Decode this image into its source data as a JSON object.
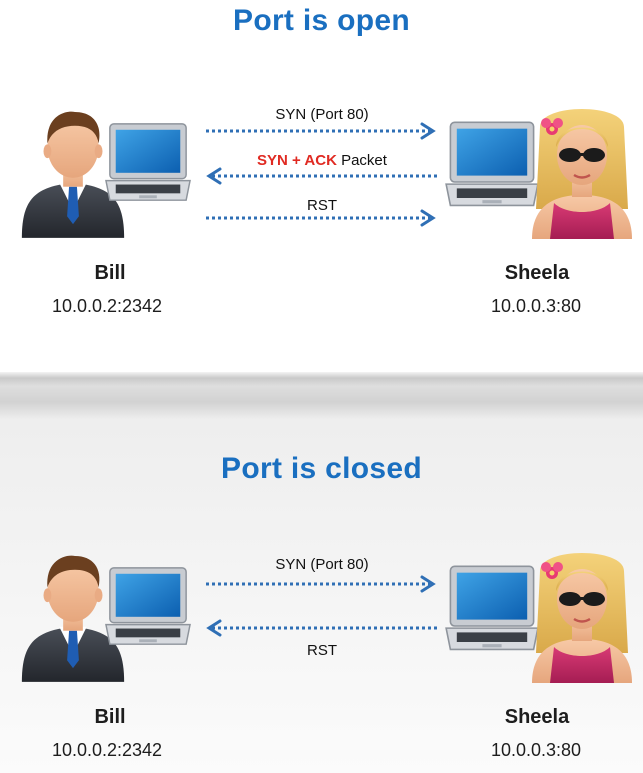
{
  "top": {
    "title": "Port is open",
    "client": {
      "name": "Bill",
      "address": "10.0.0.2:2342"
    },
    "server": {
      "name": "Sheela",
      "address": "10.0.0.3:80"
    },
    "messages": [
      {
        "label": "SYN (Port 80)",
        "direction": "right"
      },
      {
        "label_highlight": "SYN + ACK",
        "label_rest": " Packet",
        "direction": "left"
      },
      {
        "label": "RST",
        "direction": "right"
      }
    ]
  },
  "bottom": {
    "title": "Port is closed",
    "client": {
      "name": "Bill",
      "address": "10.0.0.2:2342"
    },
    "server": {
      "name": "Sheela",
      "address": "10.0.0.3:80"
    },
    "messages": [
      {
        "label": "SYN (Port 80)",
        "direction": "right"
      },
      {
        "label": "RST",
        "direction": "left"
      }
    ]
  },
  "colors": {
    "title": "#1a6fc0",
    "arrow": "#2f6fb5",
    "highlight": "#e02a22"
  },
  "icons": [
    "businessman-icon",
    "laptop-icon",
    "woman-sunglasses-icon"
  ]
}
